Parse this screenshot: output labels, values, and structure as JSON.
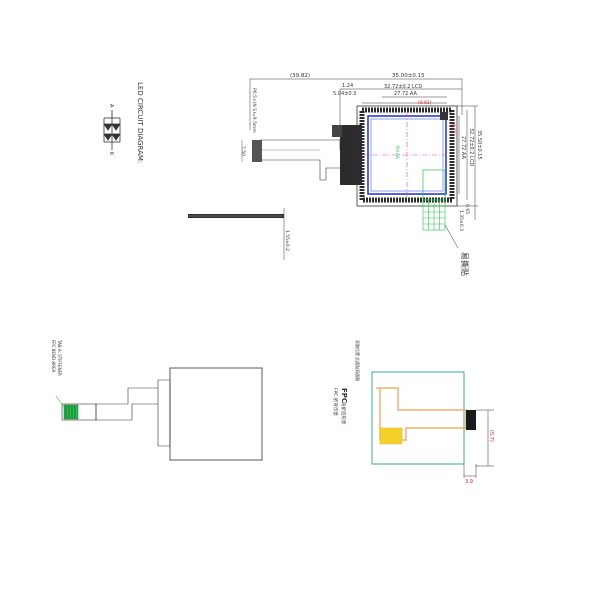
{
  "led_circuit": {
    "title": "LED CIRCUIT DIAGRAM:",
    "anode": "A",
    "cathode": "K"
  },
  "main_drawing": {
    "dim_overall": "(39.82)",
    "dim_width_tol": "35.00±0.15",
    "dim_lcd": "32.72±0.2 LCD",
    "dim_aa": "27.72 AA",
    "dim_124": "1.24",
    "dim_504": "5.04±0.3",
    "dim_0461": "(0.61)",
    "dim_height_tol": "35.50±0.15",
    "dim_height_lcd": "32.72±0.2 LCD",
    "dim_height_aa": "27.72 AA",
    "dim_side": "(0.71)",
    "dim_065": "0.65",
    "dim_135": "1.35±0.3",
    "dim_fpc_pitch": "P0.5×(N-1)=9.5mm",
    "dim_fpc_width": "7.50",
    "dim_thickness": "1.55±0.2",
    "center_mark": "Pol AA",
    "protect_label": "易撕贴"
  },
  "lower_left": {
    "note_line1": "TAB A: STIFFENER",
    "note_line2": "FPC BEND-AREA"
  },
  "lower_right": {
    "note_top": "背胶位置\n此面贴双面胶",
    "fpc_label": "FPC",
    "fpc_note1": "弯折后形状",
    "fpc_note2": "FPC 折弯示意",
    "dim_v": "(5.7)",
    "dim_h": "3.9"
  },
  "colors": {
    "black": "#1a1a1a",
    "blue": "#2a3cd6",
    "red": "#e01b2b",
    "green": "#22c84a",
    "magenta": "#e33dcf",
    "orange": "#f0a050",
    "yellow": "#f5d22a",
    "teal": "#3ba89a"
  }
}
